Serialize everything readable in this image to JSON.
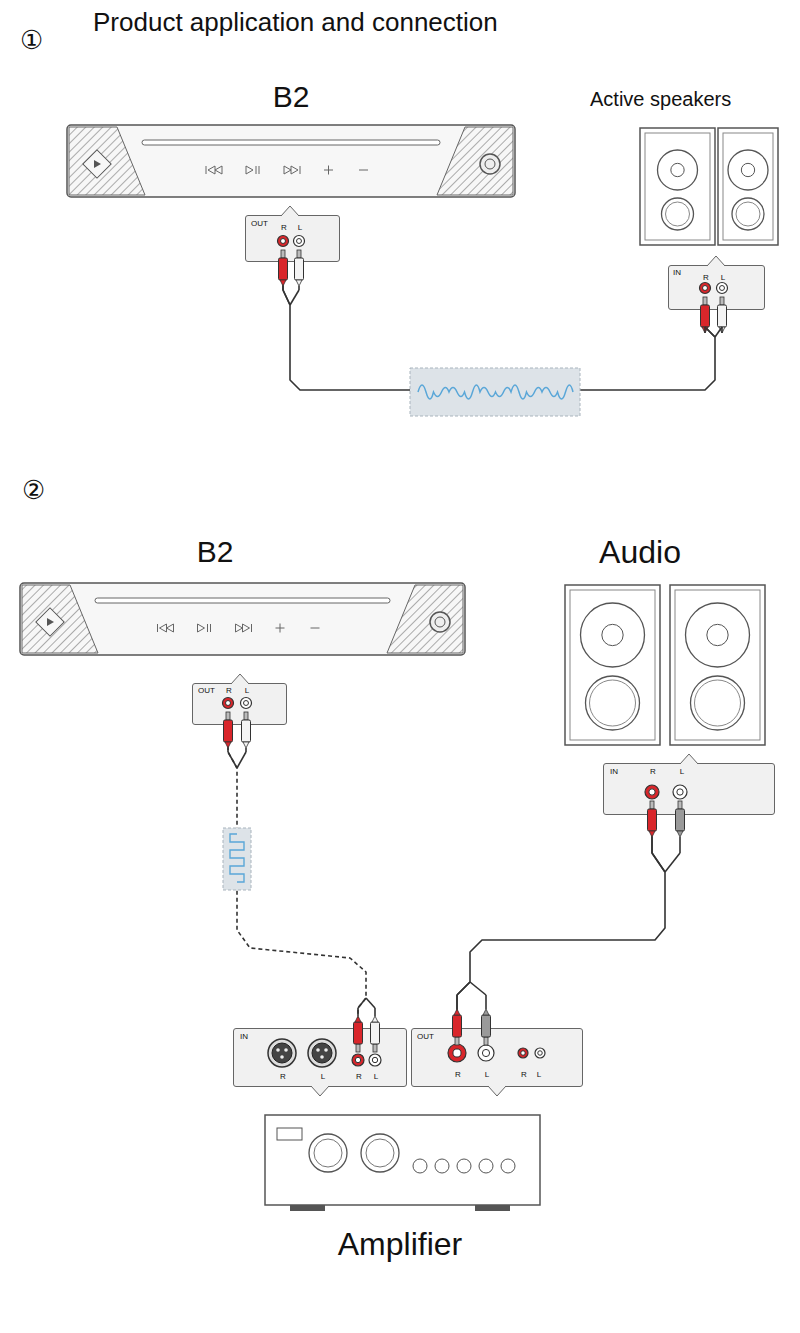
{
  "diagram": {
    "title": "Product application and connection",
    "nodes": [
      {
        "text": [
          "B2"
        ]
      },
      {
        "text": [
          "OUT",
          "R",
          "L"
        ]
      },
      {
        "text": [
          "Active speakers"
        ]
      },
      {
        "text": [
          "IN",
          "R",
          "L"
        ]
      },
      {
        "text": [
          "B2"
        ]
      },
      {
        "text": [
          "OUT",
          "R",
          "L"
        ]
      },
      {
        "text": [
          "Audio"
        ]
      },
      {
        "text": [
          "IN",
          "R",
          "L"
        ]
      },
      {
        "text": [
          "IN",
          "R",
          "L",
          "R",
          "L"
        ]
      },
      {
        "text": [
          "OUT",
          "R",
          "L",
          "R",
          "L"
        ]
      },
      {
        "text": [
          "Amplifier"
        ]
      }
    ],
    "edges": [
      {
        "from": 1,
        "to": 3,
        "arrow": "none"
      },
      {
        "from": 5,
        "to": 8,
        "arrow": "none"
      },
      {
        "from": 9,
        "to": 7,
        "arrow": "none"
      }
    ],
    "labels": [
      "①",
      "②"
    ]
  }
}
